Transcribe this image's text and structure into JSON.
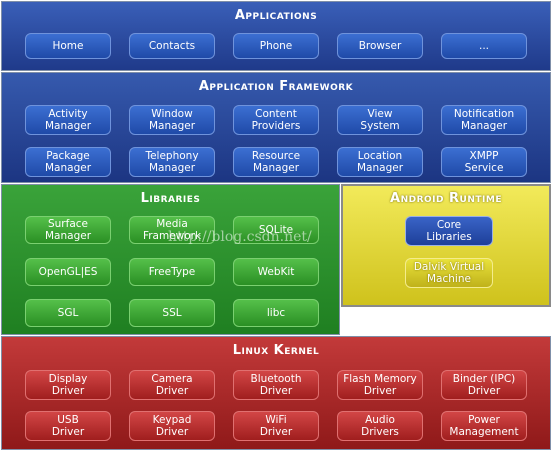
{
  "applications": {
    "title": "Applications",
    "items": [
      "Home",
      "Contacts",
      "Phone",
      "Browser",
      "..."
    ]
  },
  "framework": {
    "title": "Application Framework",
    "items": [
      "Activity\nManager",
      "Window\nManager",
      "Content\nProviders",
      "View\nSystem",
      "Notification\nManager",
      "Package\nManager",
      "Telephony\nManager",
      "Resource\nManager",
      "Location\nManager",
      "XMPP\nService"
    ]
  },
  "libraries": {
    "title": "Libraries",
    "items": [
      "Surface\nManager",
      "Media\nFramework",
      "SQLite",
      "OpenGL|ES",
      "FreeType",
      "WebKit",
      "SGL",
      "SSL",
      "libc"
    ]
  },
  "runtime": {
    "title": "Android Runtime",
    "items": [
      "Core\nLibraries",
      "Dalvik Virtual\nMachine"
    ]
  },
  "kernel": {
    "title": "Linux Kernel",
    "items": [
      "Display\nDriver",
      "Camera\nDriver",
      "Bluetooth\nDriver",
      "Flash Memory\nDriver",
      "Binder (IPC)\nDriver",
      "USB\nDriver",
      "Keypad\nDriver",
      "WiFi\nDriver",
      "Audio\nDrivers",
      "Power\nManagement"
    ]
  },
  "watermark": "http://blog.csdn.net/"
}
